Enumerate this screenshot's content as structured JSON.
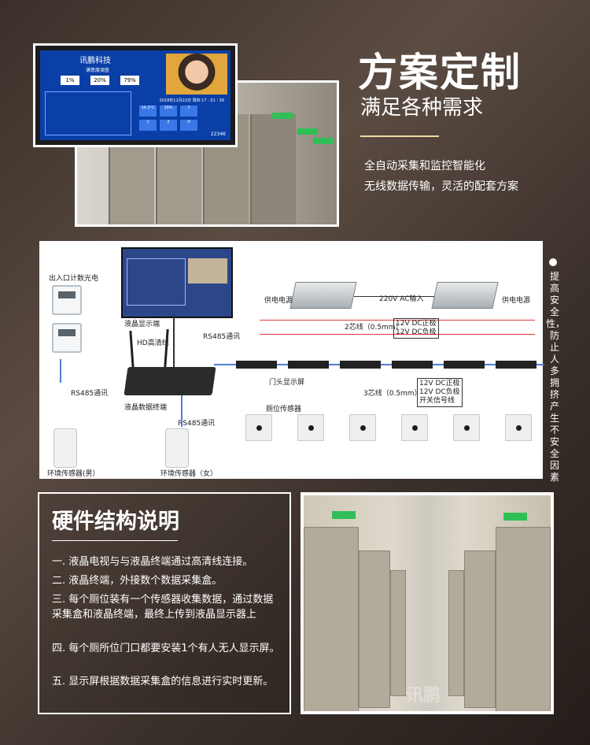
{
  "header": {
    "title": "方案定制",
    "subtitle": "满足各种需求",
    "lines": [
      "全自动采集和监控智能化",
      "无线数据传输，灵活的配套方案"
    ]
  },
  "tv_screen": {
    "company": "讯鹏科技",
    "subtitle": "满意度调查",
    "percentages": [
      "1%",
      "20%",
      "79%"
    ],
    "datetime": "2018年11月22日 周四 17 : 01 : 39",
    "values": [
      "14.3°C",
      "39%",
      "7",
      "1",
      "2",
      "0"
    ],
    "code": "22346"
  },
  "diagram": {
    "entry_counter": "出入口计数光电",
    "lcd_display": "液晶显示端",
    "hd_cable": "HD高清线",
    "rs485_a": "RS485通讯",
    "rs485_b": "RS485通讯",
    "rs485_c": "RS485通讯",
    "lcd_terminal": "液晶数据终端",
    "env_male": "环境传感器(男）",
    "env_female": "环境传感器（女）",
    "power_left": "供电电源",
    "power_right": "供电电源",
    "ac_input": "220V AC输入",
    "two_core": "2芯线（0.5mm）",
    "dc_pos": "12V DC正极",
    "dc_neg": "12V DC负极",
    "door_screen": "门头显示屏",
    "stall_sensor": "厕位传感器",
    "three_core": "3芯线（0.5mm）",
    "dc_pos2": "12V DC正极",
    "dc_neg2": "12V DC负极",
    "switch_signal": "开关信号线"
  },
  "side_note": "提高安全性，防止人多拥挤产生不安全因素",
  "hardware": {
    "title": "硬件结构说明",
    "items": [
      "一. 液晶电视与与液晶终端通过高清线连接。",
      "二. 液晶终端，外接数个数据采集盒。",
      "三. 每个厕位装有一个传感器收集数据，通过数据采集盒和液晶终端，最终上传到液晶显示器上",
      "四. 每个厕所位门口都要安装1个有人无人显示屏。",
      "五. 显示屏根据数据采集盒的信息进行实时更新。"
    ]
  },
  "watermark": "讯鹏"
}
